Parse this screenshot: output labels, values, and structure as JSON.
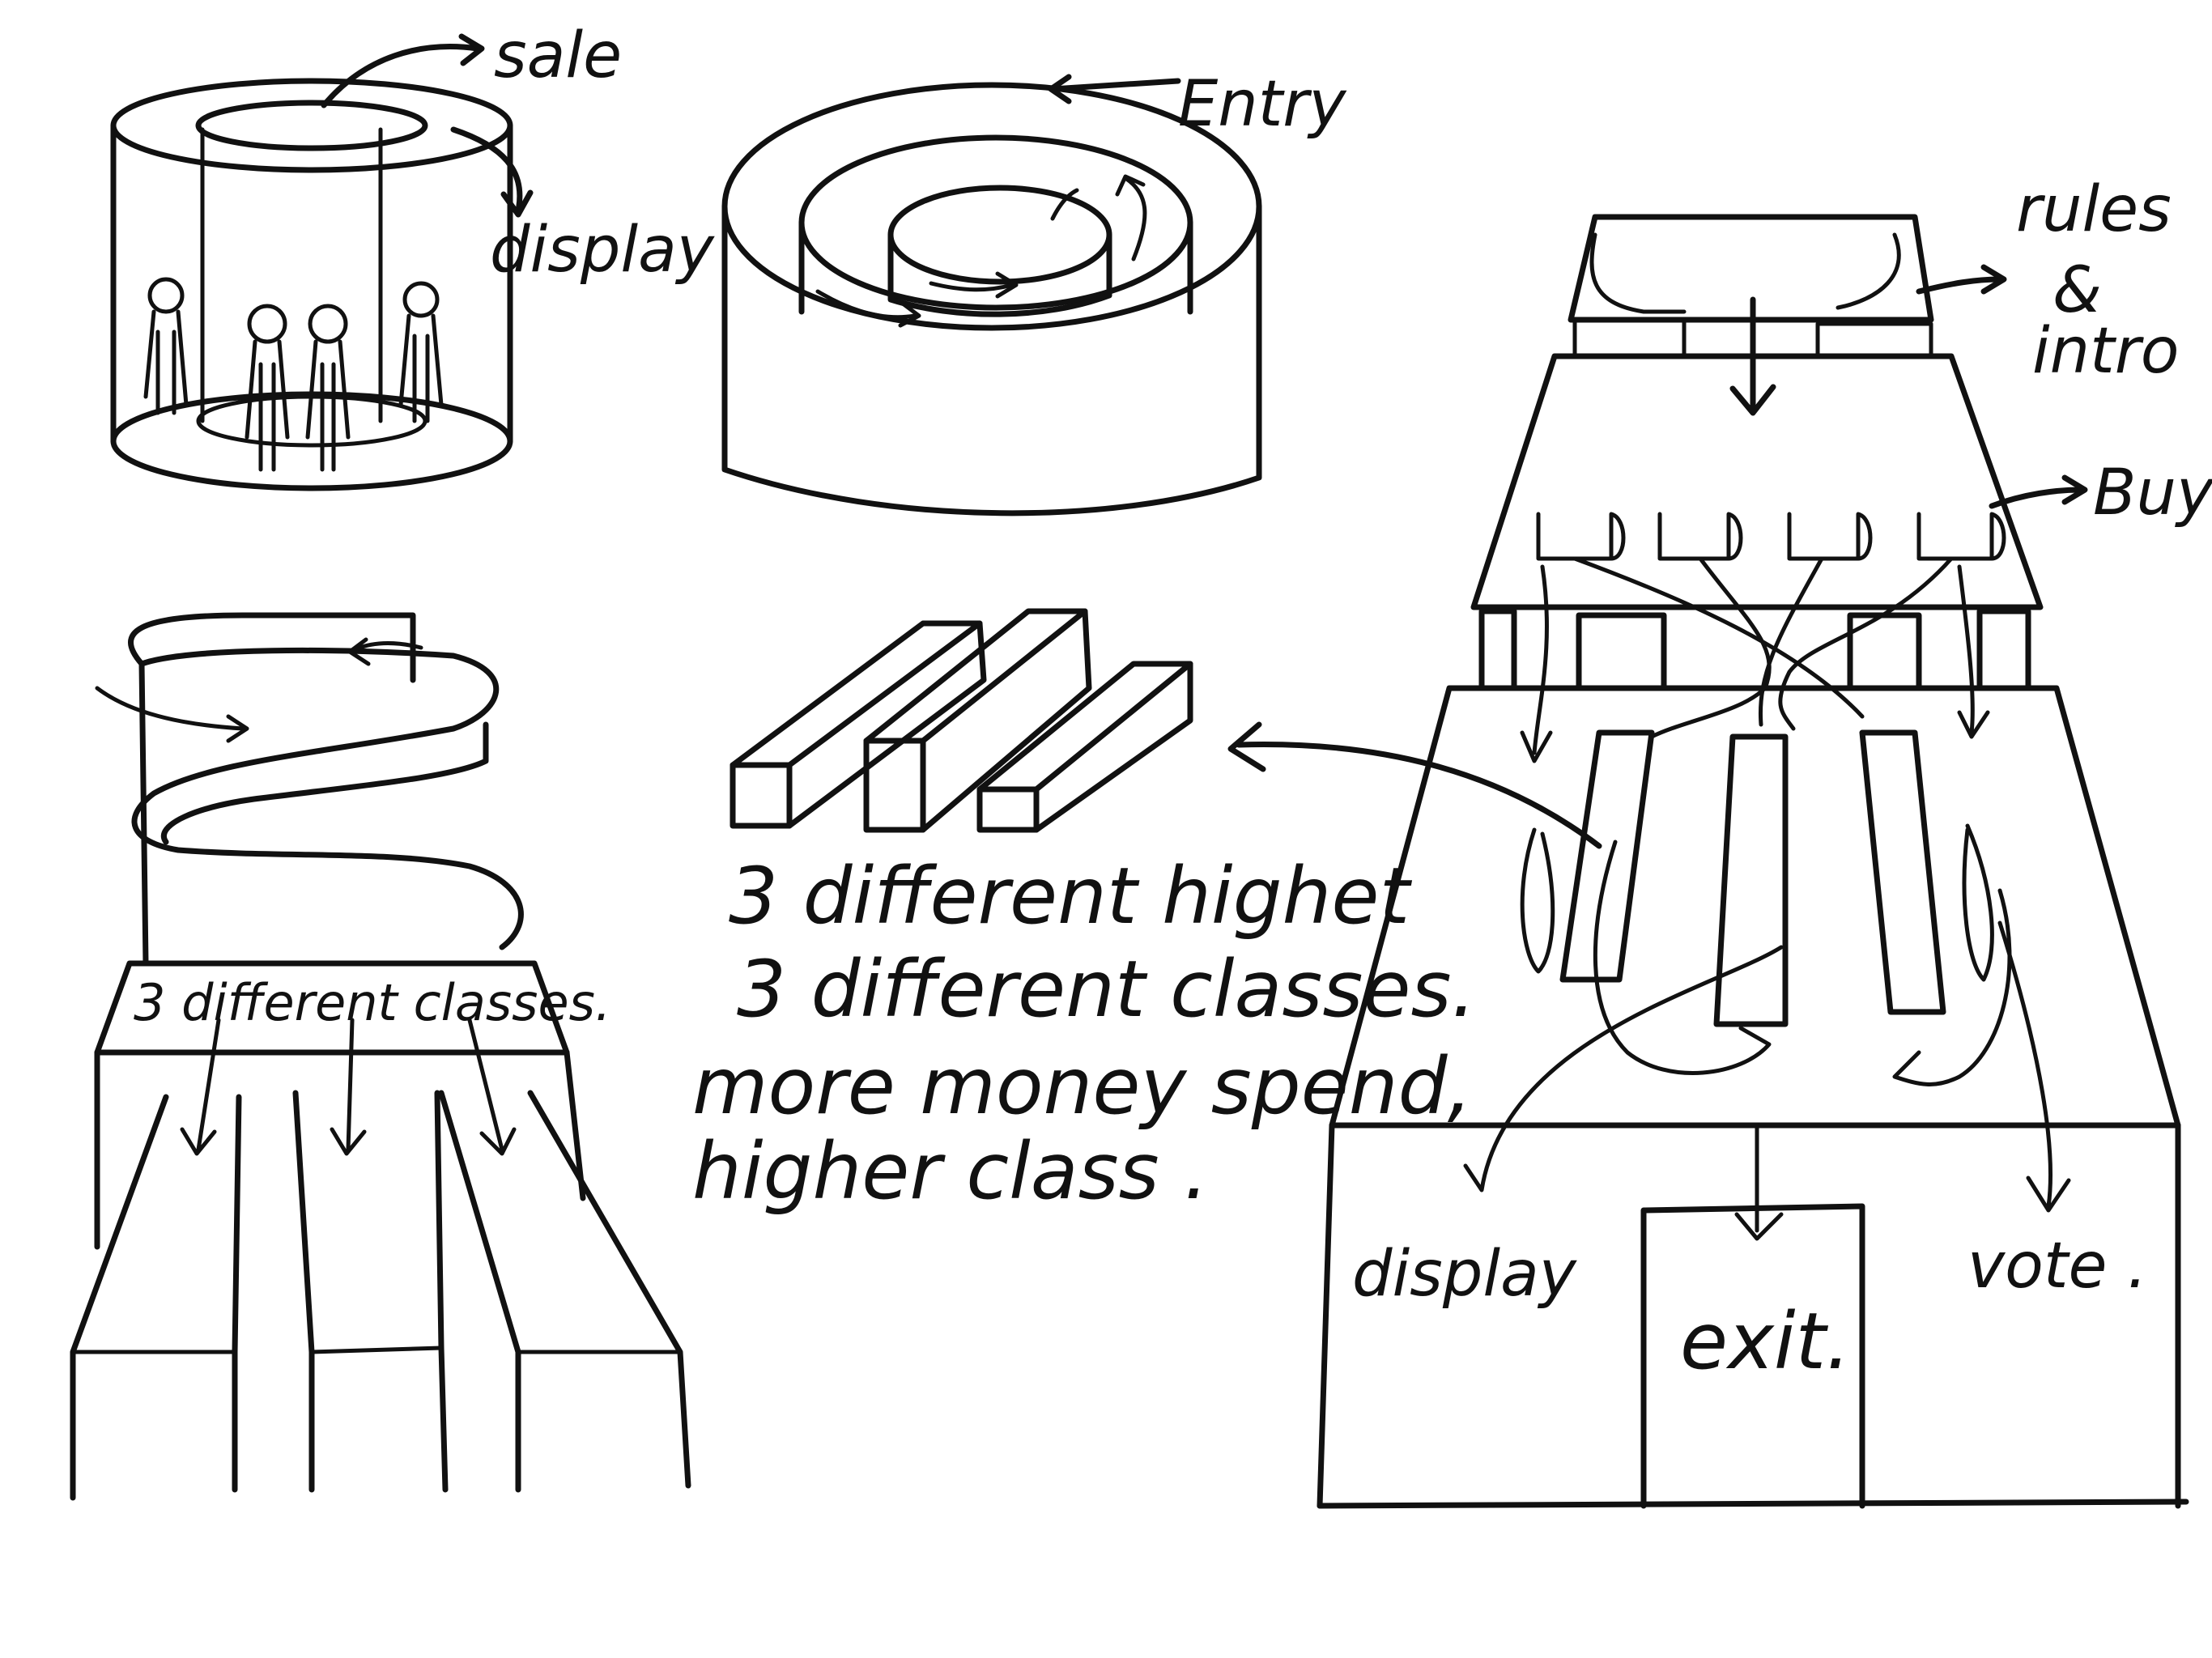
{
  "colors": {
    "ink": "#111111",
    "paper": "#ffffff"
  },
  "sketch1": {
    "sale": "sale",
    "display": "display"
  },
  "sketch2": {
    "entry": "Entry"
  },
  "sketch3": {
    "classes": "3 different classes."
  },
  "sketch4": {
    "line1": "3 different highet",
    "line2": "3 different classes.",
    "line3": "more money spend,",
    "line4": "higher class ."
  },
  "sketch5": {
    "rules1": "rules",
    "rules2": "&",
    "rules3": "intro",
    "buy": "Buy",
    "display": "display",
    "exit": "exit.",
    "vote": "vote ."
  }
}
